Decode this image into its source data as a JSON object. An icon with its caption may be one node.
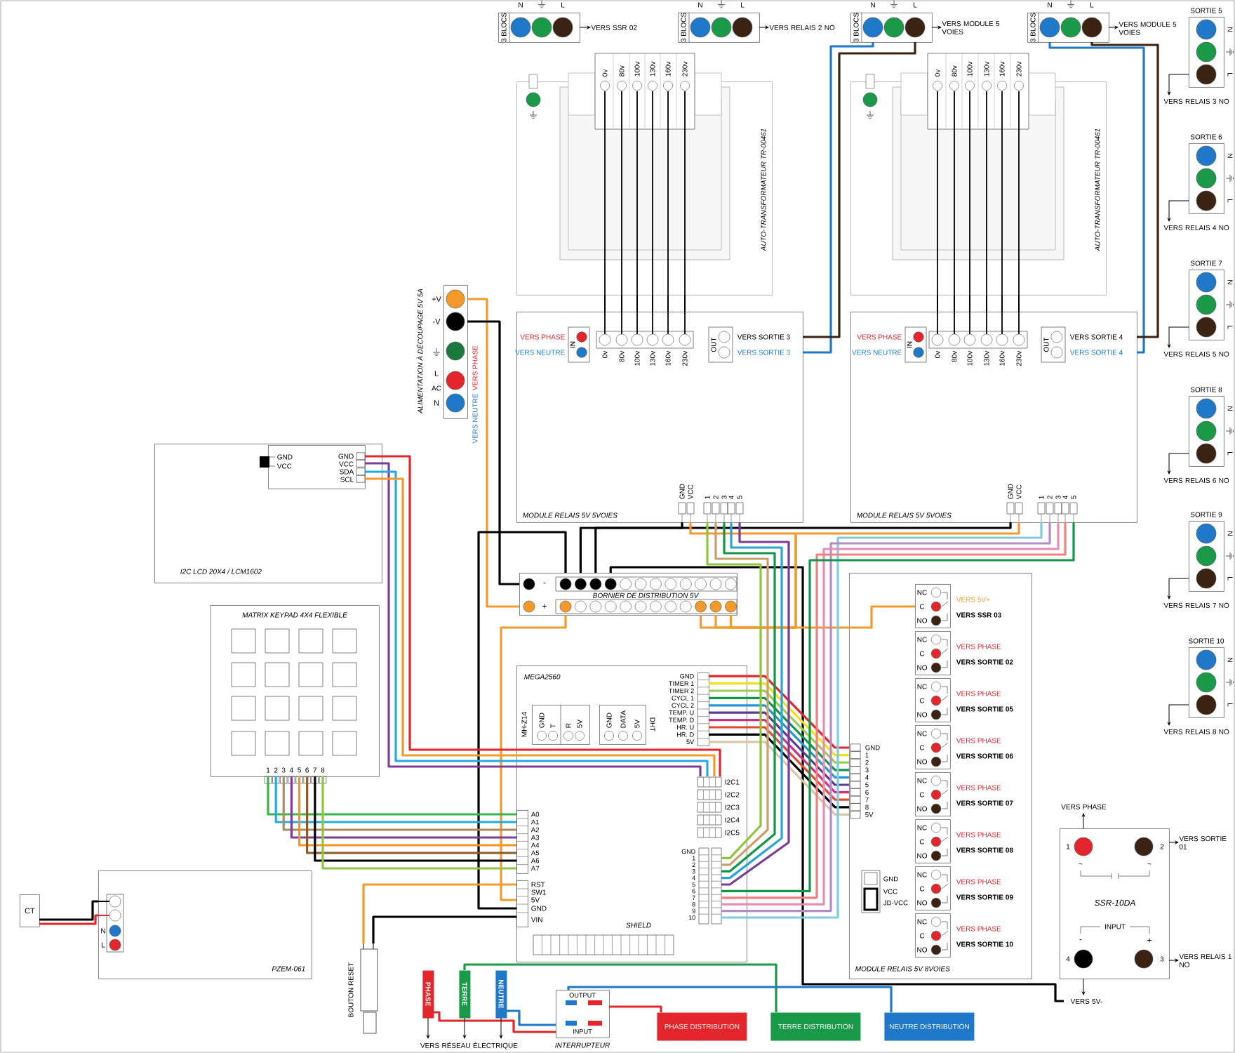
{
  "diagram": {
    "nodes": [
      {
        "text": [
          "N",
          "L",
          "3 BLOCS"
        ]
      },
      {
        "text": [
          "N",
          "L",
          "3 BLOCS"
        ]
      },
      {
        "text": [
          "N",
          "L",
          "3 BLOCS"
        ]
      },
      {
        "text": [
          "N",
          "L",
          "3 BLOCS"
        ]
      },
      {
        "text": [
          "SORTIE 5",
          "N",
          "L"
        ]
      },
      {
        "text": [
          "SORTIE 6",
          "N",
          "L"
        ]
      },
      {
        "text": [
          "SORTIE 7",
          "N",
          "L"
        ]
      },
      {
        "text": [
          "SORTIE 8",
          "N",
          "L"
        ]
      },
      {
        "text": [
          "SORTIE 9",
          "N",
          "L"
        ]
      },
      {
        "text": [
          "SORTIE 10",
          "N",
          "L"
        ]
      },
      {
        "text": [
          "AUTO-TRANSFORMATEUR TR-00461",
          "0v",
          "80v",
          "100v",
          "130v",
          "160v",
          "230v"
        ]
      },
      {
        "text": [
          "AUTO-TRANSFORMATEUR TR-00461",
          "0v",
          "80v",
          "100v",
          "130v",
          "160v",
          "230v"
        ]
      },
      {
        "text": [
          "+V",
          "-V",
          "L",
          "AC",
          "N",
          "ALIMENTATION À DÉCOUPAGE 5V 5A",
          "VERS PHASE",
          "VERS NEUTRE"
        ]
      },
      {
        "text": [
          "IN",
          "VERS PHASE",
          "VERS NEUTRE",
          "0v",
          "80v",
          "100v",
          "130v",
          "160v",
          "230v",
          "OUT",
          "VERS SORTIE 3",
          "VERS SORTIE 3",
          "GND",
          "VCC",
          "1",
          "2",
          "3",
          "4",
          "5",
          "MODULE RELAIS 5V 5VOIES"
        ]
      },
      {
        "text": [
          "IN",
          "VERS PHASE",
          "VERS NEUTRE",
          "0v",
          "80v",
          "100v",
          "130v",
          "160v",
          "230v",
          "OUT",
          "VERS SORTIE 4",
          "VERS SORTIE 4",
          "GND",
          "VCC",
          "1",
          "2",
          "3",
          "4",
          "5",
          "MODULE RELAIS 5V 5VOIES"
        ]
      },
      {
        "text": [
          "I2C LCD 20X4 / LCM1602"
        ]
      },
      {
        "text": [
          "GND",
          "VCC",
          "GND",
          "VCC",
          "SDA",
          "SCL"
        ],
        "in": 15
      },
      {
        "text": [
          "MATRIX KEYPAD 4X4 FLEXIBLE",
          "1",
          "2",
          "3",
          "4",
          "5",
          "6",
          "7",
          "8"
        ]
      },
      {
        "text": [
          "-",
          "+",
          "BORNIER DE DISTRIBUTION 5V"
        ]
      },
      {
        "text": [
          "MEGA2560",
          "SHIELD"
        ]
      },
      {
        "text": [
          "MH-Z14",
          "GND",
          "T",
          "R",
          "5V"
        ],
        "in": 19
      },
      {
        "text": [
          "DHT",
          "GND",
          "DATA",
          "5V"
        ],
        "in": 19
      },
      {
        "text": [
          "GND",
          "TIMER 1",
          "TIMER 2",
          "CYCL 1",
          "CYCL 2",
          "TEMP. U",
          "TEMP. D",
          "HR. U",
          "HR. D",
          "5V"
        ],
        "in": 19
      },
      {
        "text": [
          "I2C1",
          "I2C2",
          "I2C3",
          "I2C4",
          "I2C5"
        ],
        "in": 19
      },
      {
        "text": [
          "GND",
          "1",
          "2",
          "3",
          "4",
          "5",
          "6",
          "7",
          "8",
          "9",
          "10"
        ],
        "in": 19
      },
      {
        "text": [
          "A0",
          "A1",
          "A2",
          "A3",
          "A4",
          "A5",
          "A6",
          "A7"
        ],
        "in": 19
      },
      {
        "text": [
          "RST",
          "SW1",
          "5V",
          "GND",
          "VIN"
        ],
        "in": 19
      },
      {
        "text": [
          "GND",
          "1",
          "2",
          "3",
          "4",
          "5",
          "6",
          "7",
          "8",
          "5V",
          "GND",
          "VCC",
          "JD-VCC",
          "MODULE RELAIS 5V 8VOIES"
        ]
      },
      {
        "text": [
          "NC",
          "C",
          "NO"
        ],
        "beside": [
          "VERS 5V+",
          "VERS SSR 03"
        ],
        "in": 27
      },
      {
        "text": [
          "NC",
          "C",
          "NO"
        ],
        "beside": [
          "VERS PHASE",
          "VERS SORTIE 02"
        ],
        "in": 27
      },
      {
        "text": [
          "NC",
          "C",
          "NO"
        ],
        "beside": [
          "VERS PHASE",
          "VERS SORTIE 05"
        ],
        "in": 27
      },
      {
        "text": [
          "NC",
          "C",
          "NO"
        ],
        "beside": [
          "VERS PHASE",
          "VERS SORTIE 06"
        ],
        "in": 27
      },
      {
        "text": [
          "NC",
          "C",
          "NO"
        ],
        "beside": [
          "VERS PHASE",
          "VERS SORTIE 07"
        ],
        "in": 27
      },
      {
        "text": [
          "NC",
          "C",
          "NO"
        ],
        "beside": [
          "VERS PHASE",
          "VERS SORTIE 08"
        ],
        "in": 27
      },
      {
        "text": [
          "NC",
          "C",
          "NO"
        ],
        "beside": [
          "VERS PHASE",
          "VERS SORTIE 09"
        ],
        "in": 27
      },
      {
        "text": [
          "NC",
          "C",
          "NO"
        ],
        "beside": [
          "VERS PHASE",
          "VERS SORTIE 10"
        ],
        "in": 27
      },
      {
        "text": [
          "1",
          "2",
          "3",
          "4",
          "~",
          "~",
          "SSR-10DA",
          "INPUT",
          "-",
          "+"
        ]
      },
      {
        "text": [
          "VERS 5V-"
        ]
      },
      {
        "text": [
          "N",
          "L",
          "PZEM-061"
        ]
      },
      {
        "text": [
          "CT"
        ]
      },
      {
        "text": [
          "BOUTON RESET"
        ]
      },
      {
        "text": [
          "PHASE"
        ]
      },
      {
        "text": [
          "TERRE"
        ]
      },
      {
        "text": [
          "NEUTRE"
        ]
      },
      {
        "text": [
          "VERS RÉSEAU ÉLECTRIQUE"
        ]
      },
      {
        "text": [
          "OUTPUT",
          "INPUT",
          "INTERRUPTEUR"
        ]
      },
      {
        "text": [
          "PHASE DISTRIBUTION"
        ]
      },
      {
        "text": [
          "TERRE DISTRIBUTION"
        ]
      },
      {
        "text": [
          "NEUTRE DISTRIBUTION"
        ]
      },
      {
        "text": [
          "VERS SSR 02"
        ]
      },
      {
        "text": [
          "VERS RELAIS 2 NO"
        ]
      },
      {
        "text": [
          "VERS MODULE 5 VOIES"
        ]
      },
      {
        "text": [
          "VERS MODULE 5 VOIES"
        ]
      },
      {
        "text": [
          "VERS RELAIS 3 NO"
        ]
      },
      {
        "text": [
          "VERS RELAIS 4 NO"
        ]
      },
      {
        "text": [
          "VERS RELAIS 5 NO"
        ]
      },
      {
        "text": [
          "VERS RELAIS 6 NO"
        ]
      },
      {
        "text": [
          "VERS RELAIS 7 NO"
        ]
      },
      {
        "text": [
          "VERS RELAIS 8 NO"
        ]
      },
      {
        "text": [
          "VERS PHASE"
        ]
      },
      {
        "text": [
          "VERS SORTIE 01"
        ]
      },
      {
        "text": [
          "VERS RELAIS 1 NO"
        ]
      }
    ],
    "edges": [
      {
        "from": 2,
        "to": 13,
        "arrow": "none",
        "color": "#1f78c8"
      },
      {
        "from": 2,
        "to": 13,
        "arrow": "none",
        "color": "#3b2314"
      },
      {
        "from": 3,
        "to": 14,
        "arrow": "none",
        "color": "#1f78c8"
      },
      {
        "from": 3,
        "to": 14,
        "arrow": "none",
        "color": "#3b2314"
      },
      {
        "from": 10,
        "to": 13,
        "arrow": "none"
      },
      {
        "from": 10,
        "to": 13,
        "arrow": "none"
      },
      {
        "from": 10,
        "to": 13,
        "arrow": "none"
      },
      {
        "from": 10,
        "to": 13,
        "arrow": "none"
      },
      {
        "from": 10,
        "to": 13,
        "arrow": "none"
      },
      {
        "from": 10,
        "to": 13,
        "arrow": "none"
      },
      {
        "from": 11,
        "to": 14,
        "arrow": "none"
      },
      {
        "from": 11,
        "to": 14,
        "arrow": "none"
      },
      {
        "from": 11,
        "to": 14,
        "arrow": "none"
      },
      {
        "from": 11,
        "to": 14,
        "arrow": "none"
      },
      {
        "from": 11,
        "to": 14,
        "arrow": "none"
      },
      {
        "from": 11,
        "to": 14,
        "arrow": "none"
      },
      {
        "from": 12,
        "to": 18,
        "arrow": "none",
        "color": "#f39a2b"
      },
      {
        "from": 12,
        "to": 18,
        "arrow": "none"
      },
      {
        "from": 18,
        "to": 13,
        "arrow": "none"
      },
      {
        "from": 18,
        "to": 14,
        "arrow": "none"
      },
      {
        "from": 18,
        "to": 26,
        "arrow": "none"
      },
      {
        "from": 18,
        "to": 37,
        "arrow": "none"
      },
      {
        "from": 18,
        "to": 13,
        "arrow": "none",
        "color": "#f39a2b"
      },
      {
        "from": 18,
        "to": 14,
        "arrow": "none",
        "color": "#f39a2b"
      },
      {
        "from": 18,
        "to": 28,
        "arrow": "none",
        "color": "#f39a2b"
      },
      {
        "from": 18,
        "to": 26,
        "arrow": "none",
        "color": "#f39a2b"
      },
      {
        "from": 40,
        "to": 26,
        "arrow": "none",
        "color": "#f39a2b"
      },
      {
        "from": 40,
        "to": 26,
        "arrow": "none"
      },
      {
        "from": 16,
        "to": 23,
        "arrow": "none",
        "color": "#e3262b"
      },
      {
        "from": 16,
        "to": 23,
        "arrow": "none",
        "color": "#7b3f98"
      },
      {
        "from": 16,
        "to": 23,
        "arrow": "none",
        "color": "#27aae1"
      },
      {
        "from": 16,
        "to": 23,
        "arrow": "none",
        "color": "#f39a2b"
      },
      {
        "from": 17,
        "to": 25,
        "arrow": "none",
        "color": "#39b54a"
      },
      {
        "from": 17,
        "to": 25,
        "arrow": "none",
        "color": "#27aae1"
      },
      {
        "from": 17,
        "to": 25,
        "arrow": "none",
        "color": "#b08a5a"
      },
      {
        "from": 17,
        "to": 25,
        "arrow": "none",
        "color": "#7b3f98"
      },
      {
        "from": 17,
        "to": 25,
        "arrow": "none",
        "color": "#f7941d"
      },
      {
        "from": 17,
        "to": 25,
        "arrow": "none",
        "color": "#8b5a2b"
      },
      {
        "from": 17,
        "to": 25,
        "arrow": "none"
      },
      {
        "from": 17,
        "to": 25,
        "arrow": "none",
        "color": "#8dc63f"
      },
      {
        "from": 22,
        "to": 27,
        "arrow": "none",
        "color": "#e3262b"
      },
      {
        "from": 22,
        "to": 27,
        "arrow": "none",
        "color": "#f2e01f"
      },
      {
        "from": 22,
        "to": 27,
        "arrow": "none",
        "color": "#9ccc55"
      },
      {
        "from": 22,
        "to": 27,
        "arrow": "none",
        "color": "#12964a"
      },
      {
        "from": 22,
        "to": 27,
        "arrow": "none",
        "color": "#2596d1"
      },
      {
        "from": 22,
        "to": 27,
        "arrow": "none",
        "color": "#5d3a96"
      },
      {
        "from": 22,
        "to": 27,
        "arrow": "none",
        "color": "#d12f86"
      },
      {
        "from": 22,
        "to": 27,
        "arrow": "none",
        "color": "#e24a2e"
      },
      {
        "from": 22,
        "to": 27,
        "arrow": "none"
      },
      {
        "from": 22,
        "to": 27,
        "arrow": "none",
        "color": "#d8c8a8"
      },
      {
        "from": 13,
        "to": 24,
        "arrow": "none",
        "color": "#8cc63f"
      },
      {
        "from": 13,
        "to": 24,
        "arrow": "none",
        "color": "#c9a06b"
      },
      {
        "from": 13,
        "to": 24,
        "arrow": "none",
        "color": "#12964a"
      },
      {
        "from": 13,
        "to": 24,
        "arrow": "none",
        "color": "#2aa5d6"
      },
      {
        "from": 13,
        "to": 24,
        "arrow": "none",
        "color": "#7a3c96"
      },
      {
        "from": 14,
        "to": 24,
        "arrow": "none",
        "color": "#7fcbe0"
      },
      {
        "from": 14,
        "to": 24,
        "arrow": "none",
        "color": "#b48cc8"
      },
      {
        "from": 14,
        "to": 24,
        "arrow": "none",
        "color": "#e68fb3"
      },
      {
        "from": 14,
        "to": 24,
        "arrow": "none",
        "color": "#f08080"
      },
      {
        "from": 14,
        "to": 24,
        "arrow": "none",
        "color": "#12964a"
      },
      {
        "from": 39,
        "to": 38,
        "arrow": "none"
      },
      {
        "from": 39,
        "to": 38,
        "arrow": "none",
        "color": "#e3262b"
      },
      {
        "from": 41,
        "to": 45,
        "arrow": "none",
        "color": "#e3262b"
      },
      {
        "from": 43,
        "to": 45,
        "arrow": "none",
        "color": "#1f78c8"
      },
      {
        "from": 42,
        "to": 47,
        "arrow": "none",
        "color": "#1a9a48"
      },
      {
        "from": 45,
        "to": 46,
        "arrow": "none",
        "color": "#e3262b"
      },
      {
        "from": 45,
        "to": 48,
        "arrow": "none",
        "color": "#1f78c8"
      },
      {
        "from": 41,
        "to": 44,
        "arrow": "to"
      },
      {
        "from": 42,
        "to": 44,
        "arrow": "to"
      },
      {
        "from": 43,
        "to": 44,
        "arrow": "to"
      },
      {
        "from": 36,
        "to": 37,
        "arrow": "to"
      },
      {
        "from": 0,
        "to": 49,
        "arrow": "to"
      },
      {
        "from": 1,
        "to": 50,
        "arrow": "to"
      },
      {
        "from": 2,
        "to": 51,
        "arrow": "to"
      },
      {
        "from": 3,
        "to": 52,
        "arrow": "to"
      },
      {
        "from": 4,
        "to": 53,
        "arrow": "to"
      },
      {
        "from": 5,
        "to": 54,
        "arrow": "to"
      },
      {
        "from": 6,
        "to": 55,
        "arrow": "to"
      },
      {
        "from": 7,
        "to": 56,
        "arrow": "to"
      },
      {
        "from": 8,
        "to": 57,
        "arrow": "to"
      },
      {
        "from": 9,
        "to": 58,
        "arrow": "to"
      },
      {
        "from": 36,
        "to": 59,
        "arrow": "to"
      },
      {
        "from": 36,
        "to": 60,
        "arrow": "to"
      },
      {
        "from": 36,
        "to": 61,
        "arrow": "to"
      }
    ]
  }
}
